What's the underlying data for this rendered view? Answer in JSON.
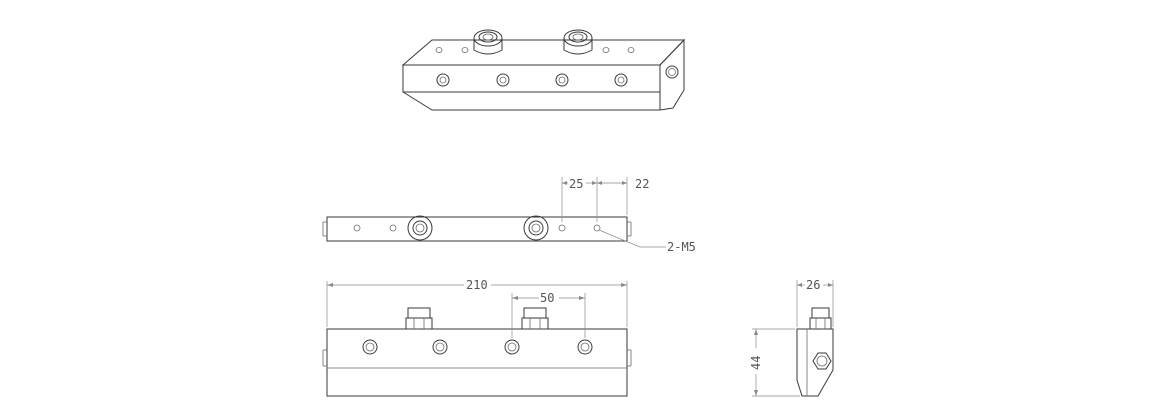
{
  "dimensions": {
    "hole_spacing_1": "25",
    "hole_spacing_2": "22",
    "thread_note": "2-M5",
    "overall_length": "210",
    "fitting_spacing": "50",
    "side_width": "26",
    "side_height": "44"
  },
  "colors": {
    "line": "#3a3a3a",
    "dimension": "#8a8a8a",
    "text": "#555555"
  }
}
